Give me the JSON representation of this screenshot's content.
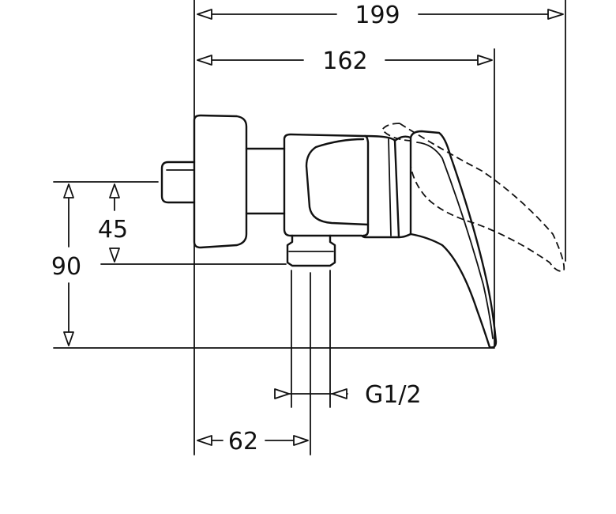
{
  "diagram": {
    "dimensions": {
      "overall_depth": "199",
      "handle_depth": "162",
      "height_upper": "45",
      "height_total": "90",
      "outlet_offset": "62",
      "thread": "G1/2"
    }
  }
}
